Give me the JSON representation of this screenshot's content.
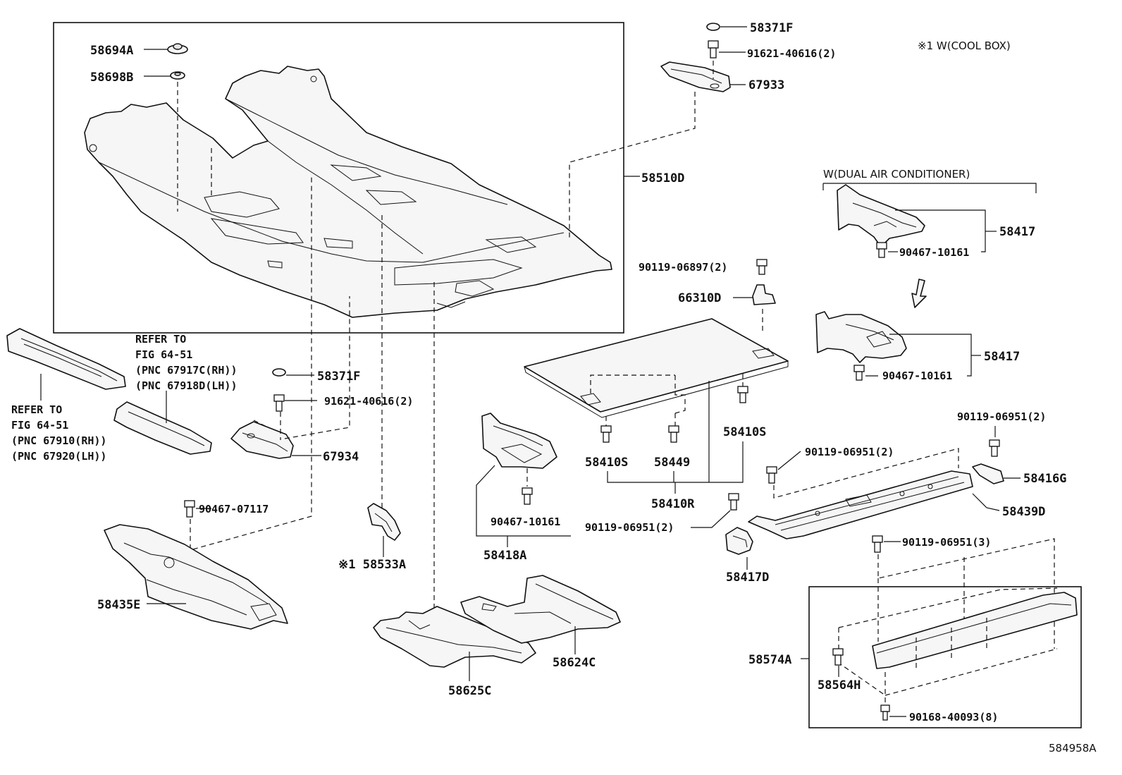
{
  "diagram_id": "584958A",
  "notes": {
    "cool_box": "※1 W(COOL BOX)",
    "dual_air": "W(DUAL AIR CONDITIONER)",
    "refer_upper": [
      "REFER TO",
      "FIG 64-51",
      "(PNC 67917C(RH))",
      "(PNC 67918D(LH))"
    ],
    "refer_lower": [
      "REFER TO",
      "FIG 64-51",
      "(PNC 67910(RH))",
      "(PNC 67920(LH))"
    ]
  },
  "labels": {
    "p58694A": "58694A",
    "p58698B": "58698B",
    "p58510D": "58510D",
    "p58371F_top": "58371F",
    "p91621_top": "91621-40616(2)",
    "p67933": "67933",
    "p58417_a": "58417",
    "p90467_a": "90467-10161",
    "p58417_b": "58417",
    "p90467_b": "90467-10161",
    "p90119_06897": "90119-06897(2)",
    "p66310D": "66310D",
    "p58410S_a": "58410S",
    "p58449": "58449",
    "p58410S_b": "58410S",
    "p58410R": "58410R",
    "p58371F_mid": "58371F",
    "p91621_mid": "91621-40616(2)",
    "p67934": "67934",
    "p90467_07117": "90467-07117",
    "p58435E": "58435E",
    "p58533A": "※1 58533A",
    "p90467_c": "90467-10161",
    "p58418A": "58418A",
    "p58625C": "58625C",
    "p58624C": "58624C",
    "p90119_06951_a": "90119-06951(2)",
    "p90119_06951_b": "90119-06951(2)",
    "p90119_06951_c": "90119-06951(2)",
    "p58416G": "58416G",
    "p58439D": "58439D",
    "p58417D": "58417D",
    "p90119_06951_d": "90119-06951(3)",
    "p58574A": "58574A",
    "p58564H": "58564H",
    "p90168": "90168-40093(8)"
  }
}
